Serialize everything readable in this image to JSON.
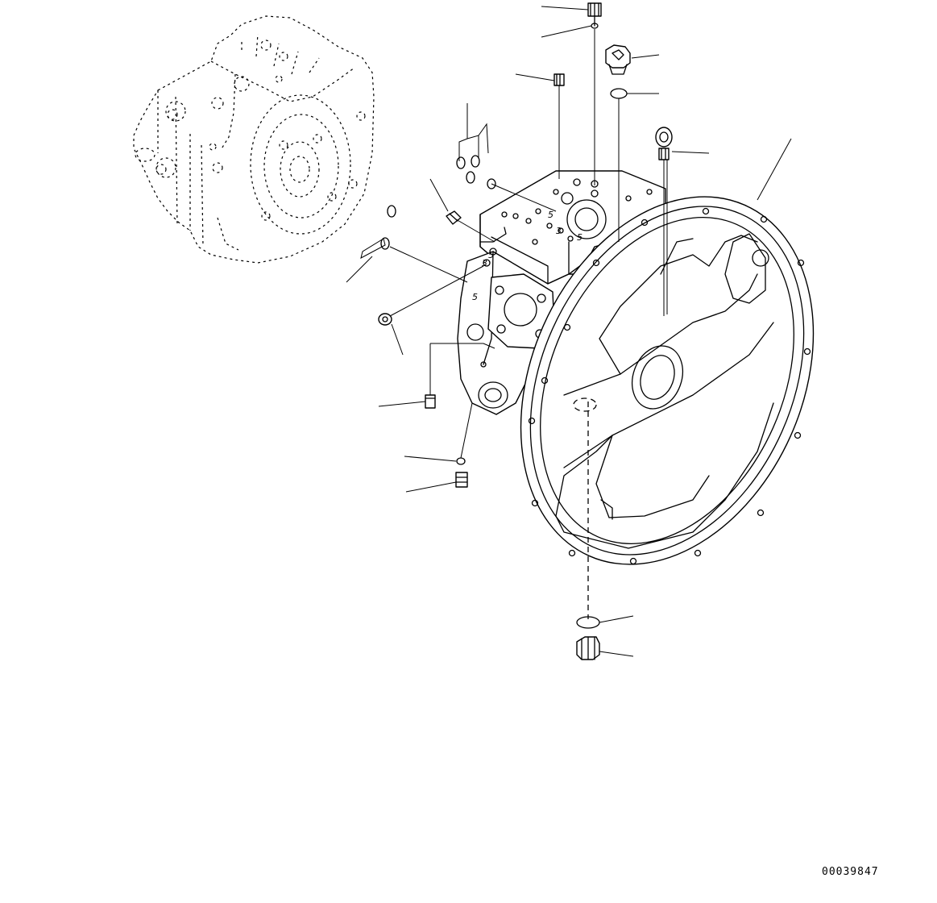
{
  "drawing": {
    "reference_number": "00039847",
    "part_marks": [
      "5",
      "3",
      "5",
      "3",
      "5",
      "5"
    ]
  }
}
